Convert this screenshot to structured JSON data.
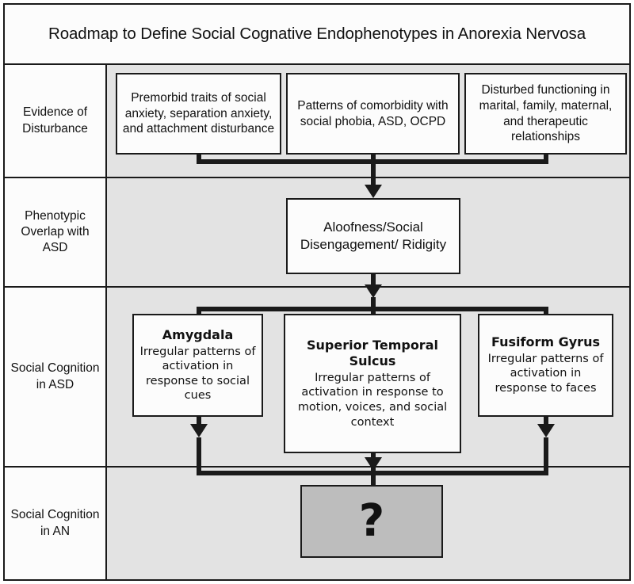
{
  "figure": {
    "title": "Roadmap to Define Social Cognative Endophenotypes in Anorexia Nervosa"
  },
  "rows": [
    {
      "id": "evidence",
      "label": "Evidence of Disturbance",
      "nodes": [
        {
          "name": "premorbid-traits",
          "text": "Premorbid traits of social anxiety, separation anxiety, and attachment disturbance"
        },
        {
          "name": "comorbidity-patterns",
          "text": "Patterns of comorbidity with social phobia, ASD, OCPD"
        },
        {
          "name": "disturbed-functioning",
          "text": "Disturbed functioning in marital, family, maternal, and therapeutic relationships"
        }
      ]
    },
    {
      "id": "phenotypic",
      "label": "Phenotypic Overlap with ASD",
      "nodes": [
        {
          "name": "aloofness",
          "text": "Aloofness/Social Disengagement/ Ridigity"
        }
      ]
    },
    {
      "id": "social-cognition-asd",
      "label": "Social Cognition in ASD",
      "nodes": [
        {
          "name": "amygdala",
          "title": "Amygdala",
          "text": "Irregular patterns of activation in response to social cues"
        },
        {
          "name": "superior-temporal-sulcus",
          "title": "Superior Temporal Sulcus",
          "text": "Irregular patterns of activation in response to motion, voices, and social context"
        },
        {
          "name": "fusiform-gyrus",
          "title": "Fusiform Gyrus",
          "text": "Irregular patterns of activation in response to faces"
        }
      ]
    },
    {
      "id": "social-cognition-an",
      "label": "Social Cognition in AN",
      "nodes": [
        {
          "name": "unknown-outcome",
          "text": "?"
        }
      ]
    }
  ],
  "colors": {
    "panel_background": "#e3e3e3",
    "node_background": "#fcfcfc",
    "unknown_background": "#bdbdbd",
    "stroke": "#1a1a1a"
  }
}
